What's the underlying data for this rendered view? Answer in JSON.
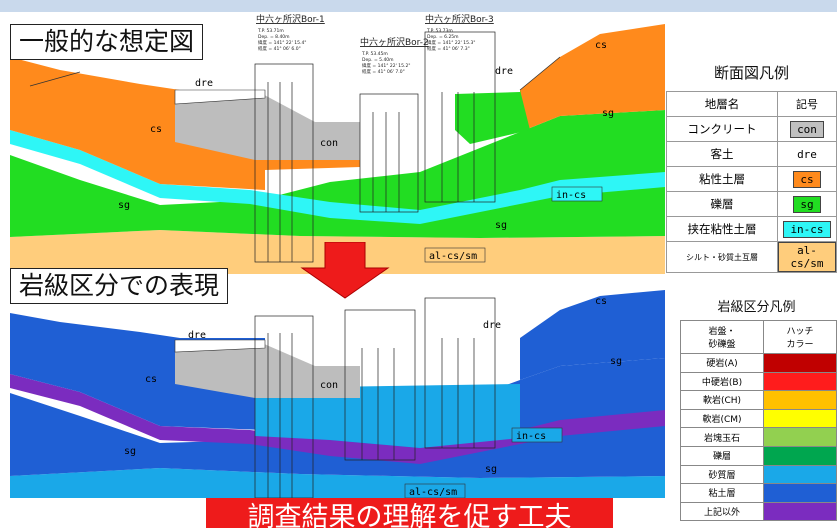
{
  "top": {
    "title": "一般的な想定図",
    "labels": {
      "cs_left": "cs",
      "cs_right": "cs",
      "dre_left": "dre",
      "dre_right": "dre",
      "sg_left": "sg",
      "sg_right": "sg",
      "sg_bottom": "sg",
      "con": "con",
      "in_cs": "in-cs",
      "al": "al-cs/sm"
    }
  },
  "bottom": {
    "title": "岩級区分での表現",
    "labels": {
      "cs_left": "cs",
      "cs_right": "cs",
      "dre_left": "dre",
      "dre_right": "dre",
      "sg_left": "sg",
      "sg_right": "sg",
      "sg_bottom": "sg",
      "con": "con",
      "in_cs": "in-cs",
      "al": "al-cs/sm"
    }
  },
  "boreholes": [
    {
      "name": "中六ヶ所沢Bor-1",
      "info": [
        "T.P. 53.71m",
        "Dep. = 8.40m",
        "緯度 = 141° 22' 15.4\"",
        "経度 = 41° 06' 6.0\""
      ]
    },
    {
      "name": "中六ヶ所沢Bor-2",
      "info": [
        "T.P. 53.45m",
        "Dep. = 5.40m",
        "緯度 = 141° 22' 15.2\"",
        "経度 = 41° 06' 7.0\""
      ]
    },
    {
      "name": "中六ヶ所沢Bor-3",
      "info": [
        "T.P. 53.73m",
        "Dep. = 6.25m",
        "緯度 = 141° 22' 15.3\"",
        "経度 = 41° 06' 7.3\""
      ]
    }
  ],
  "legend_section": {
    "title": "断面図凡例",
    "headers": [
      "地層名",
      "記号"
    ],
    "rows": [
      {
        "name": "コンクリート",
        "code": "con",
        "color": "#c0c0c0"
      },
      {
        "name": "客土",
        "code": "dre",
        "color": "#ffffff"
      },
      {
        "name": "粘性土層",
        "code": "cs",
        "color": "#ff8a1c"
      },
      {
        "name": "礫層",
        "code": "sg",
        "color": "#22dd22"
      },
      {
        "name": "挟在粘性土層",
        "code": "in-cs",
        "color": "#2ef6f6"
      },
      {
        "name": "シルト・砂質土互層",
        "code": "al-cs/sm",
        "color": "#ffcd7c"
      }
    ]
  },
  "legend_rock": {
    "title": "岩級区分凡例",
    "headers": [
      "岩盤・\n砂礫盤",
      "ハッチ\nカラー"
    ],
    "rows": [
      {
        "name": "硬岩(A)",
        "color": "#c00000"
      },
      {
        "name": "中硬岩(B)",
        "color": "#ff1c1c"
      },
      {
        "name": "軟岩(CH)",
        "color": "#ffc000"
      },
      {
        "name": "軟岩(CM)",
        "color": "#ffff00"
      },
      {
        "name": "岩塊玉石",
        "color": "#92d050"
      },
      {
        "name": "礫層",
        "color": "#00a64f"
      },
      {
        "name": "砂質層",
        "color": "#1aa8e8"
      },
      {
        "name": "粘土層",
        "color": "#1f5fd4"
      },
      {
        "name": "上記以外",
        "color": "#7b2cbf"
      }
    ]
  },
  "banner": "調査結果の理解を促す工夫",
  "colors": {
    "arrow": "#ee1b1b",
    "header_strip": "#c9d9ec"
  }
}
